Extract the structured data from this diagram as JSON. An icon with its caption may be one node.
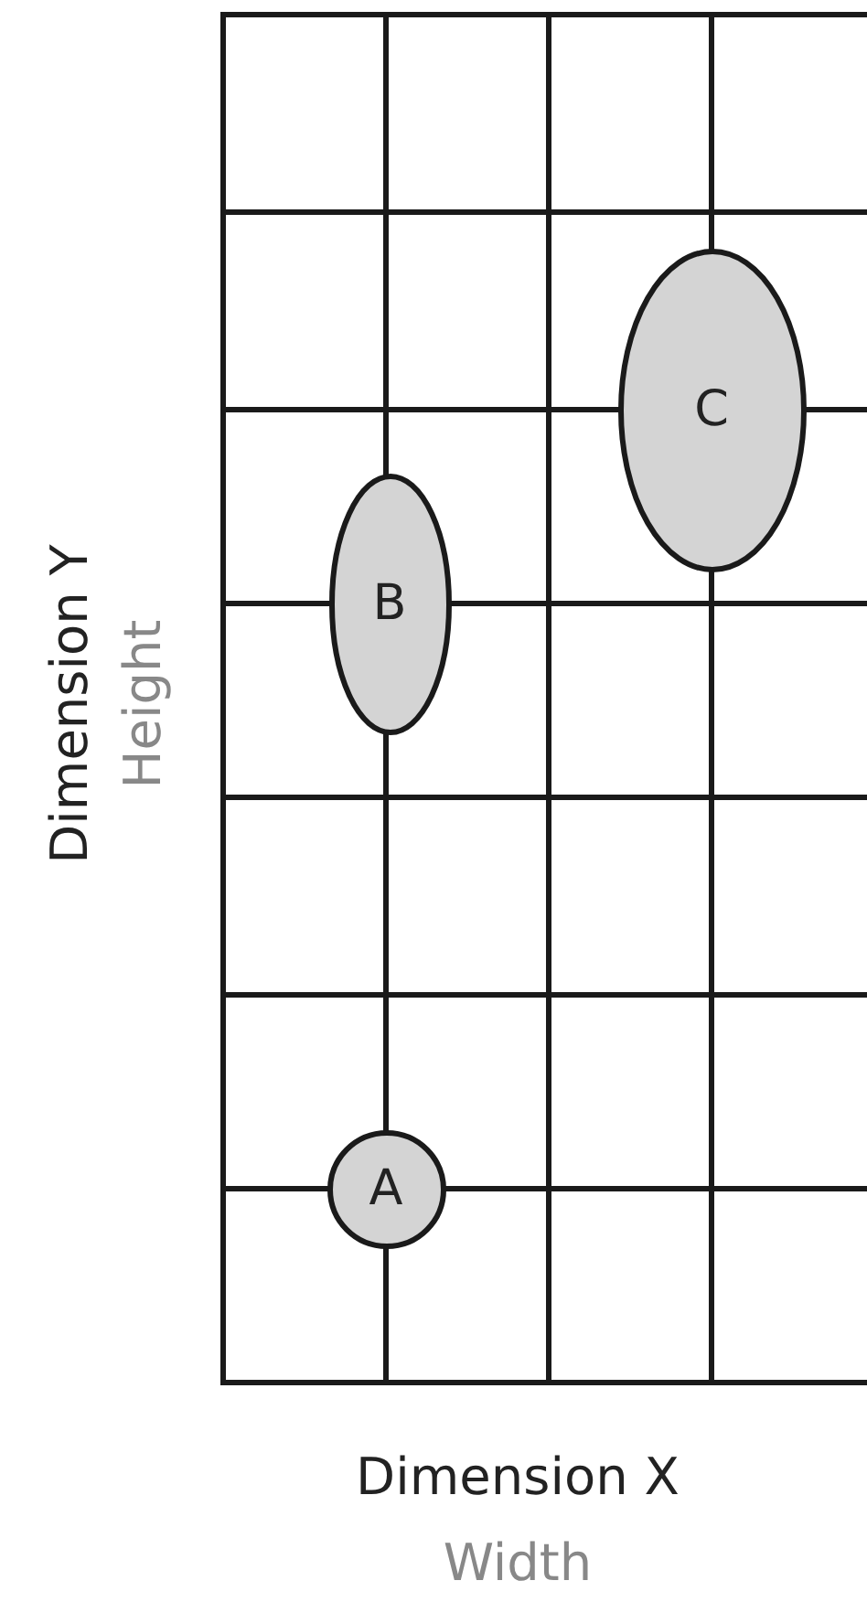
{
  "diagram": {
    "nodes": [
      {
        "text": [
          "A"
        ]
      },
      {
        "text": [
          "B"
        ]
      },
      {
        "text": [
          "C"
        ]
      }
    ],
    "labels": [
      "Dimension Y",
      "Height",
      "Dimension X",
      "Width"
    ]
  }
}
